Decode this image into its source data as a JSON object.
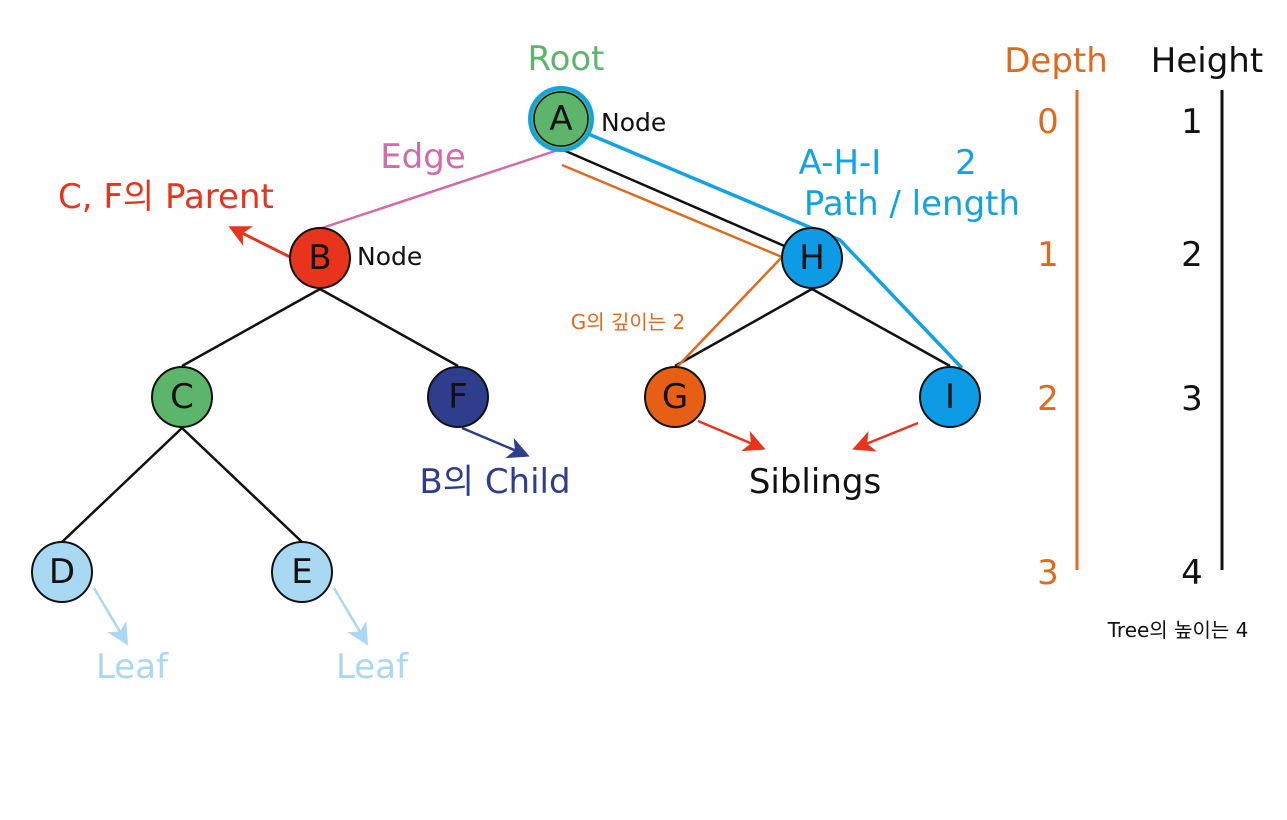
{
  "colors": {
    "root_green": "#5db56b",
    "node_b_red": "#e8341c",
    "node_f_navy": "#2e3d8c",
    "node_g_orange": "#e65f14",
    "node_blue": "#0e9be6",
    "leaf_light_blue": "#a9d8f2",
    "edge_pink": "#d46aa9",
    "depth_orange": "#e06a1c",
    "path_blue": "#12a3e3",
    "arrow_red": "#e8341c",
    "text_black": "#111111"
  },
  "nodes": {
    "a": "A",
    "b": "B",
    "c": "C",
    "d": "D",
    "e": "E",
    "f": "F",
    "g": "G",
    "h": "H",
    "i": "I"
  },
  "labels": {
    "root": "Root",
    "node_a": "Node",
    "node_b": "Node",
    "edge": "Edge",
    "parent": "C, F의 Parent",
    "child": "B의 Child",
    "siblings": "Siblings",
    "leaf_d": "Leaf",
    "leaf_e": "Leaf",
    "path_title": "A-H-I",
    "path_length": "2",
    "path_caption": "Path / length",
    "g_depth_note": "G의 깊이는 2"
  },
  "depth_scale": {
    "title": "Depth",
    "values": [
      "0",
      "1",
      "2",
      "3"
    ]
  },
  "height_scale": {
    "title": "Height",
    "values": [
      "1",
      "2",
      "3",
      "4"
    ],
    "caption": "Tree의 높이는 4"
  }
}
